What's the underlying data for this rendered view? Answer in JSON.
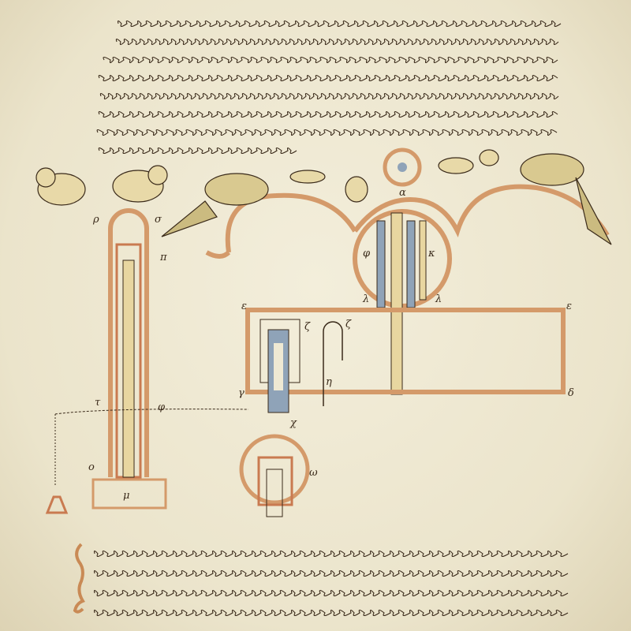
{
  "colors": {
    "parchment": "#efe9d3",
    "ink": "#3a2a1a",
    "ochre": "#d49a6a",
    "blue": "#8fa3b8",
    "yellow": "#e8d6a0"
  },
  "text_blocks": {
    "top_lines": 8,
    "bottom_lines": 4
  },
  "labels": {
    "rho": "ρ",
    "sigma": "σ",
    "pi": "π",
    "alpha": "α",
    "phi_left": "φ",
    "kappa": "κ",
    "lambda_left": "λ",
    "lambda_right": "λ",
    "epsilon_left": "ε",
    "epsilon_right": "ε",
    "delta": "δ",
    "gamma": "γ",
    "zeta_left": "ζ",
    "zeta_right": "ζ",
    "eta": "η",
    "chi": "χ",
    "omega": "ω",
    "tau": "τ",
    "phi_lower": "φ",
    "omicron": "ο",
    "mu": "μ"
  }
}
